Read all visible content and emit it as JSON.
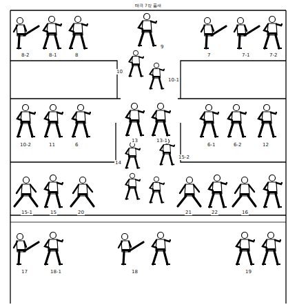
{
  "diagram": {
    "title": "태극 7장 품새",
    "labels": [
      "8-2",
      "8-1",
      "8",
      "9",
      "7",
      "7-1",
      "7-2",
      "10",
      "10-1",
      "10-2",
      "11",
      "6",
      "6-1",
      "6-2",
      "12",
      "13",
      "13-1",
      "14",
      "15-2",
      "15-1",
      "15",
      "20",
      "21",
      "22",
      "16",
      "17",
      "18-1",
      "18",
      "19"
    ]
  }
}
